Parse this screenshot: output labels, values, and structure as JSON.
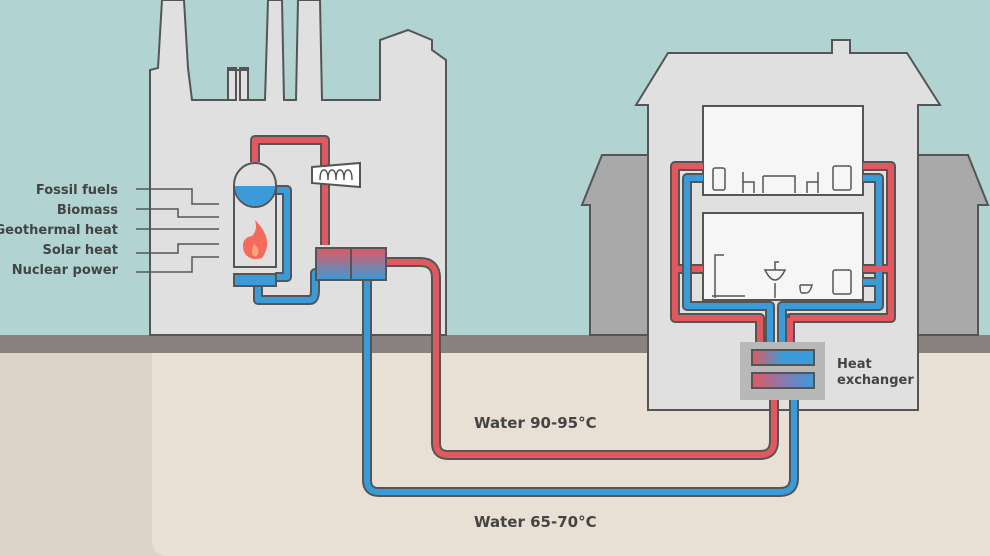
{
  "energy_sources": [
    "Fossil fuels",
    "Biomass",
    "Geothermal heat",
    "Solar heat",
    "Nuclear power"
  ],
  "supply_label": "Water 90-95°C",
  "return_label": "Water 65-70°C",
  "heat_exchanger_label": [
    "Heat",
    "exchanger"
  ],
  "colors": {
    "sky": "#b1d4d2",
    "hot_pipe": "#e1595f",
    "cold_pipe": "#3b9bd8",
    "building": "#e0e0e0",
    "ground": "#8a8280",
    "soil": "#e6ddd2"
  }
}
